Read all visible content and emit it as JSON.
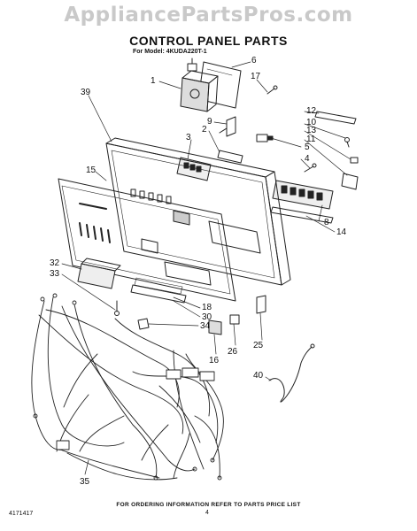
{
  "watermark": "AppliancePartsPros.com",
  "title": "CONTROL PANEL PARTS",
  "model": "For Model: 4KUDA220T-1",
  "footer": {
    "instruction": "FOR ORDERING INFORMATION REFER TO PARTS PRICE LIST",
    "doc_number": "4171417",
    "page_number": "4"
  },
  "callouts": [
    "6",
    "1",
    "17",
    "39",
    "12",
    "9",
    "10",
    "2",
    "13",
    "3",
    "11",
    "5",
    "4",
    "15",
    "8",
    "14",
    "32",
    "33",
    "18",
    "30",
    "34",
    "25",
    "26",
    "16",
    "40",
    "35"
  ]
}
